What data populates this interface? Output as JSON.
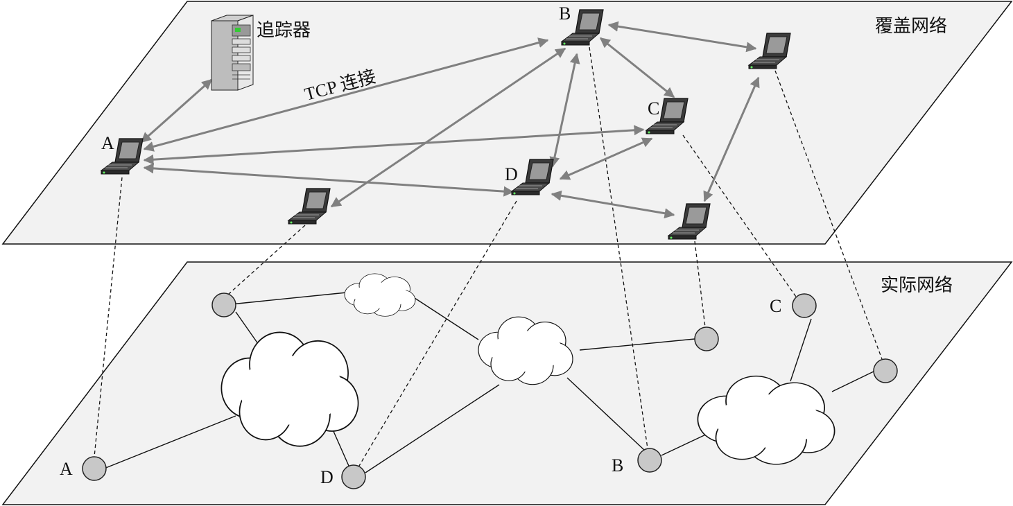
{
  "overlay_title": "覆盖网络",
  "physical_title": "实际网络",
  "tracker_label": "追踪器",
  "tcp_label": "TCP 连接",
  "overlay_peers": {
    "A": "A",
    "B": "B",
    "C": "C",
    "D": "D"
  },
  "physical_nodes": {
    "A": "A",
    "B": "B",
    "C": "C",
    "D": "D"
  },
  "colors": {
    "plane_fill": "#f2f2f2",
    "arrow": "#808080",
    "node_fill": "#c8c8c8"
  }
}
